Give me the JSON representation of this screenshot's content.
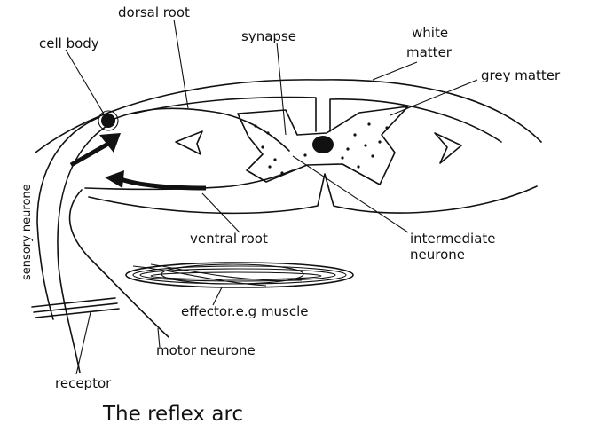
{
  "labels": {
    "dorsal_root": "dorsal root",
    "cell_body": "cell body",
    "synapse": "synapse",
    "white_matter_1": "white",
    "white_matter_2": "matter",
    "grey_matter": "grey matter",
    "sensory_neurone": "sensory neurone",
    "ventral_root": "ventral root",
    "intermediate_1": "intermediate",
    "intermediate_2": "neurone",
    "effector": "effector.e.g muscle",
    "motor_neurone": "motor neurone",
    "receptor": "receptor"
  },
  "caption": "The reflex arc",
  "colors": {
    "ink": "#111111",
    "background": "#ffffff"
  }
}
